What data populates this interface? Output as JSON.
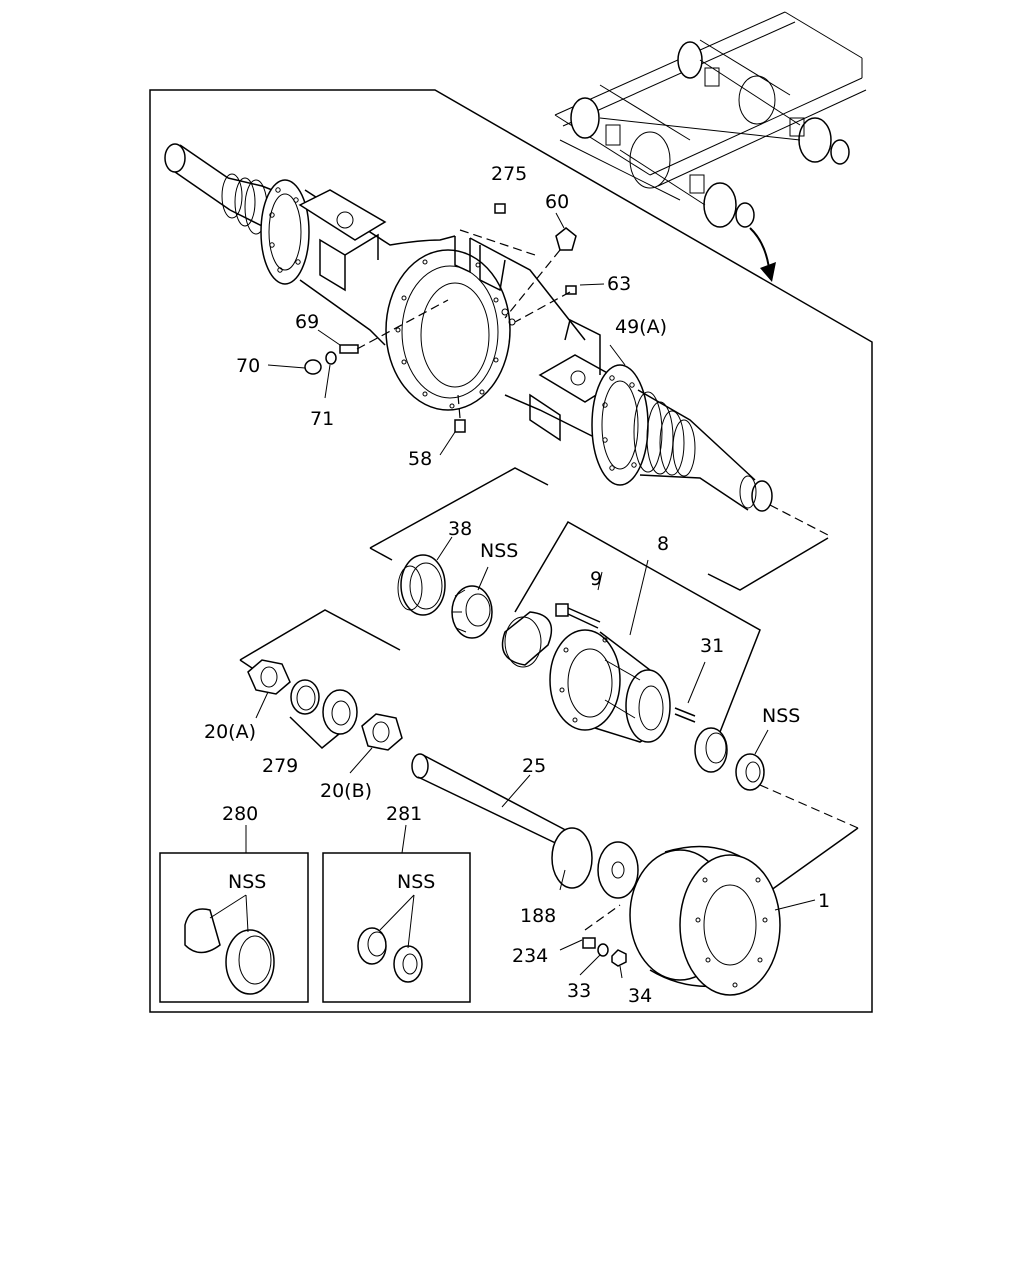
{
  "callouts": {
    "c275": "275",
    "c60": "60",
    "c63": "63",
    "c69": "69",
    "c70": "70",
    "c71": "71",
    "c58": "58",
    "c49a": "49(A)",
    "c38": "38",
    "nss_bearing_inner": "NSS",
    "c8": "8",
    "c9": "9",
    "c31": "31",
    "nss_bearing_outer": "NSS",
    "c20a": "20(A)",
    "c279": "279",
    "c20b": "20(B)",
    "c25": "25",
    "c280": "280",
    "c281": "281",
    "nss_box280": "NSS",
    "nss_box281": "NSS",
    "c188": "188",
    "c234": "234",
    "c33": "33",
    "c34": "34",
    "c1": "1"
  }
}
